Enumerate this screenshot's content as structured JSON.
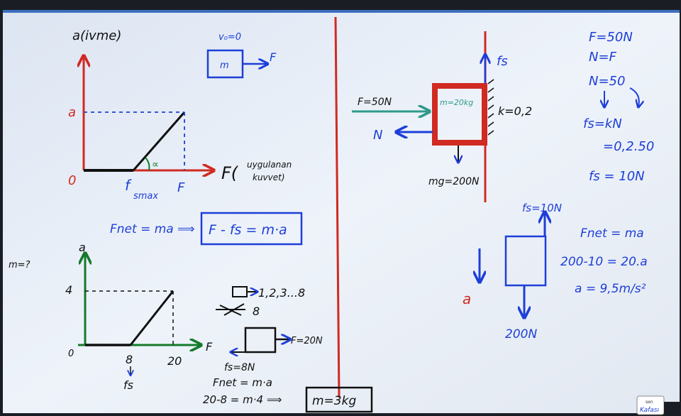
{
  "colors": {
    "board": "#eaf0f9",
    "frame": "#1a1e24",
    "red": "#d02a22",
    "blue": "#1d3fd8",
    "green": "#147a2a",
    "black": "#101010",
    "teal": "#2e9a8a"
  },
  "left_top": {
    "axis_y": "a(ivme)",
    "a_mark": "a",
    "origin": "0",
    "fsmax": "f",
    "fsmax_sub": "smax",
    "f_tick": "F",
    "alpha": "∝",
    "axis_x": "F(",
    "axis_x_note1": "uygulanan",
    "axis_x_note2": "kuvvet)",
    "v0": "v₀=0",
    "mass_label": "m",
    "force_label": "F"
  },
  "equations": {
    "fnet": "Fnet = ma ⟹",
    "boxed": "F - fs = m·a",
    "m_question": "m=?"
  },
  "left_bottom": {
    "axis_y": "a",
    "y_value": "4",
    "origin": "0",
    "x_8": "8",
    "x_20": "20",
    "fs_label": "fs",
    "axis_x": "F",
    "series_note": "1,2,3...8",
    "crossed_note": "8",
    "force_right": "F=20N",
    "friction": "fs=8N",
    "fnet_line": "Fnet = m·a",
    "calc_line": "20-8 = m·4 ⟹",
    "result": "m=3kg"
  },
  "right": {
    "applied_force": "F=50N",
    "normal_force": "N",
    "fs_arrow": "fs",
    "mass_label": "m=20kg",
    "k_value": "k=0,2",
    "weight": "mg=200N",
    "eq1": "F=50N",
    "eq2": "N=F",
    "eq3": "N=50",
    "eq4": "fs=kN",
    "eq5": "=0,2.50",
    "eq6": "fs = 10N",
    "fbd_top": "fs=10N",
    "fbd_bottom": "200N",
    "accel_label": "a",
    "fnet_eq": "Fnet = ma",
    "calc1": "200-10 = 20.a",
    "calc2": "a = 9,5m/s²"
  },
  "logo": {
    "line1": "sen",
    "line2": "Kafası"
  }
}
